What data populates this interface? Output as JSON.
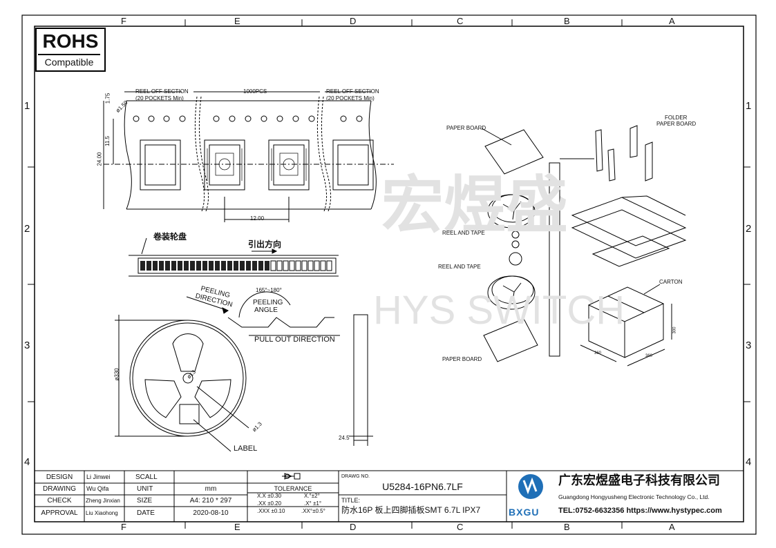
{
  "zones": {
    "columns": [
      "F",
      "E",
      "D",
      "C",
      "B",
      "A"
    ],
    "rows": [
      "1",
      "2",
      "3",
      "4"
    ]
  },
  "rohs": {
    "title": "ROHS",
    "subtitle": "Compatible"
  },
  "watermark": {
    "chinese": "宏煜盛",
    "english": "HYS SWITCH"
  },
  "tape_drawing": {
    "reel_off_left": "REEL OFF SECTION",
    "reel_off_left_sub": "(20 POCKETS Min)",
    "count": "1000PCS",
    "reel_off_right": "REEL OFF SECTION",
    "reel_off_right_sub": "(20 POCKETS Min)",
    "dim_175": "1.75",
    "dim_hole": "ø1.50",
    "dim_115": "11.5",
    "dim_2400": "24.00",
    "dim_pitch": "12.00"
  },
  "tape_strip": {
    "reel_label": "卷装轮盘",
    "direction_label": "引出方向"
  },
  "reel_drawing": {
    "peeling_direction_1": "PEELING",
    "peeling_direction_2": "DIRECTION",
    "angle_range": "165°~180°",
    "peeling_angle_1": "PEELING",
    "peeling_angle_2": "ANGLE",
    "pull_out": "PULL OUT DIRECTION",
    "diameter": "ø330",
    "hub": "ø13",
    "hub_small": "ø1.3",
    "label": "LABEL",
    "width": "24.5"
  },
  "packaging": {
    "paper_board_top": "PAPER BOARD",
    "folder_1": "FOLDER",
    "folder_2": "PAPER BOARD",
    "reel_and_tape_1": "REEL AND TAPE",
    "reel_and_tape_2": "REEL AND TAPE",
    "paper_board_bottom": "PAPER BOARD",
    "carton": "CARTON",
    "carton_h": "300",
    "carton_w": "360",
    "carton_d": "360"
  },
  "title_block": {
    "rows": [
      {
        "label": "DESIGN",
        "name": "Li Jinwei",
        "field": "SCALL",
        "value": ""
      },
      {
        "label": "DRAWING",
        "name": "Wu Qifa",
        "field": "UNIT",
        "value": "mm"
      },
      {
        "label": "CHECK",
        "name": "Zheng Jinxian",
        "field": "SIZE",
        "value": "A4: 210 * 297"
      },
      {
        "label": "APPROVAL",
        "name": "Liu Xiaohong",
        "field": "DATE",
        "value": "2020-08-10"
      }
    ],
    "tolerance_title": "TOLERANCE",
    "tolerances": [
      [
        "X.X  ±0.30",
        "X.°±2°"
      ],
      [
        ".XX  ±0.20",
        ".X° ±1°"
      ],
      [
        ".XXX  ±0.10",
        ".XX°±0.5°"
      ]
    ],
    "drawing_no_label": "DRAWG NO.",
    "drawing_no": "U5284-16PN6.7LF",
    "title_label": "TITLE:",
    "title": "防水16P 板上四脚插板SMT 6.7L IPX7",
    "company_cn": "广东宏煜盛电子科技有限公司",
    "company_en": "Guangdong Hongyusheng Electronic Technology Co., Ltd.",
    "contact": "TEL:0752-6632356  https://www.hystypec.com",
    "logo_text": "BXGU"
  }
}
